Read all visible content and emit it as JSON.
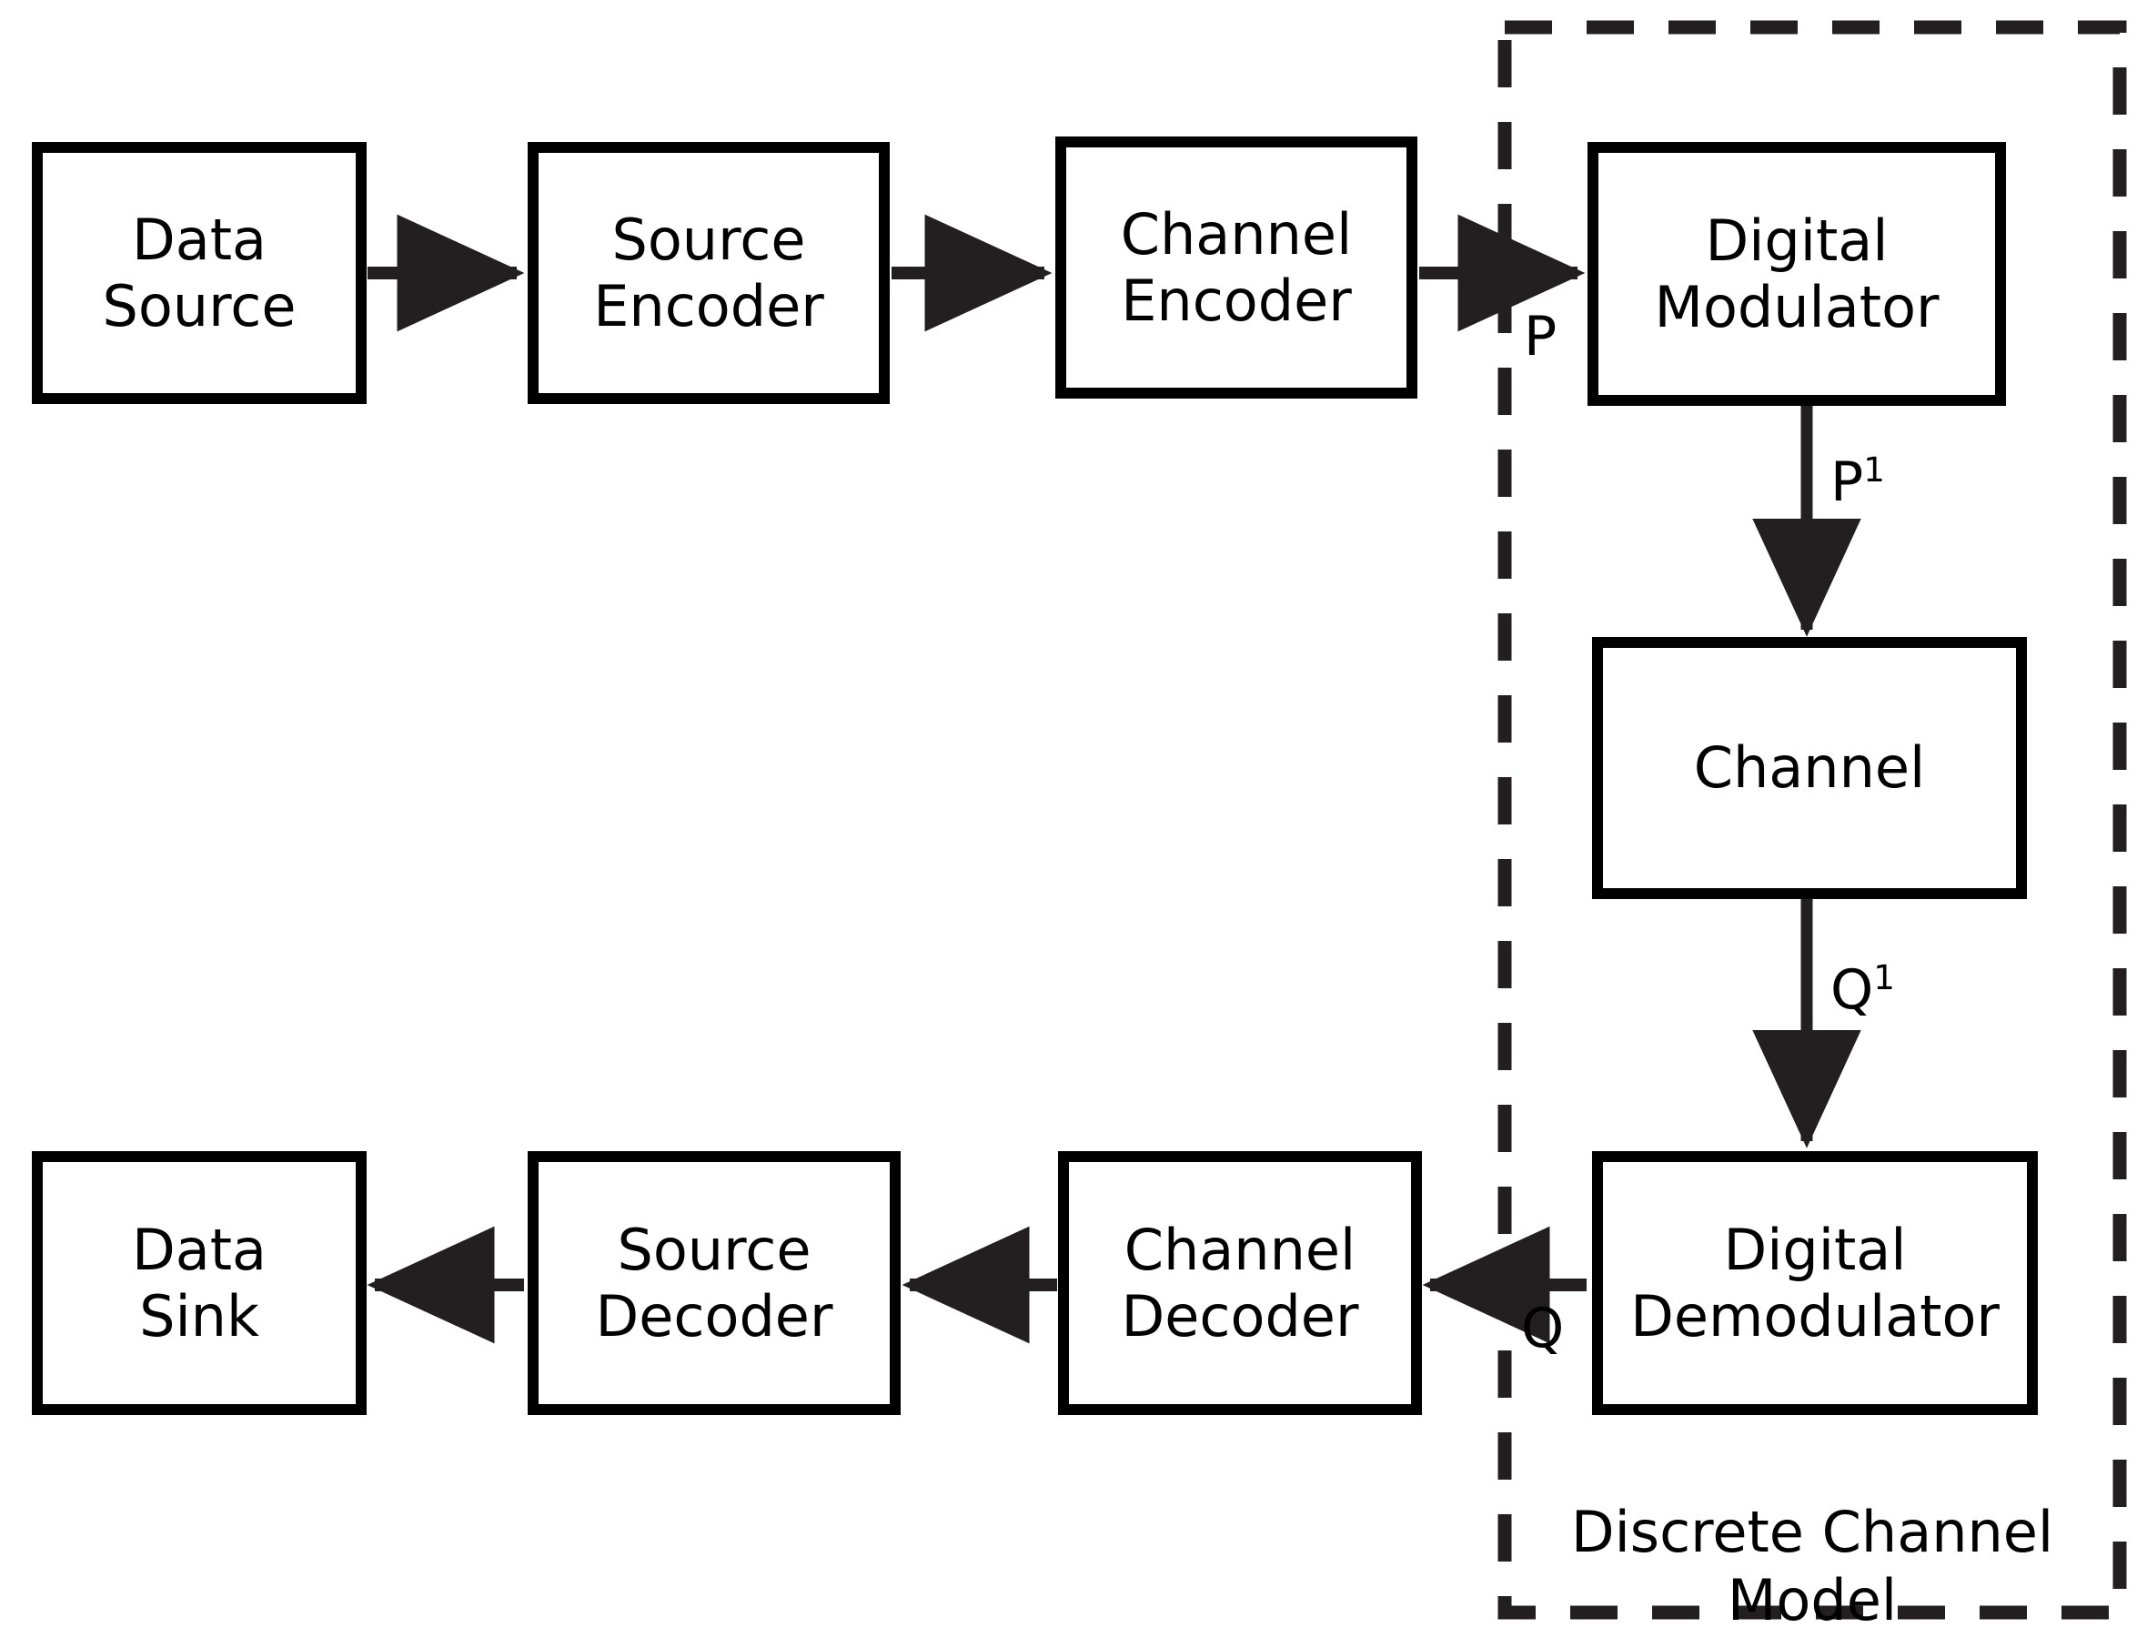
{
  "diagram": {
    "title": "Digital Communication System Block Diagram",
    "background_color": "#ffffff",
    "stroke_color": "#000000",
    "blocks": {
      "data_source": "Data\nSource",
      "source_encoder": "Source\nEncoder",
      "channel_encoder": "Channel\nEncoder",
      "digital_modulator": "Digital\nModulator",
      "channel": "Channel",
      "digital_demodulator": "Digital\nDemodulator",
      "channel_decoder": "Channel\nDecoder",
      "source_decoder": "Source\nDecoder",
      "data_sink": "Data\nSink"
    },
    "edge_labels": {
      "p": "P",
      "p_prime_base": "P",
      "p_prime_sup": "1",
      "q_prime_base": "Q",
      "q_prime_sup": "1",
      "q": "Q"
    },
    "region": {
      "caption": "Discrete Channel\nModel",
      "border_style": "dashed"
    }
  }
}
